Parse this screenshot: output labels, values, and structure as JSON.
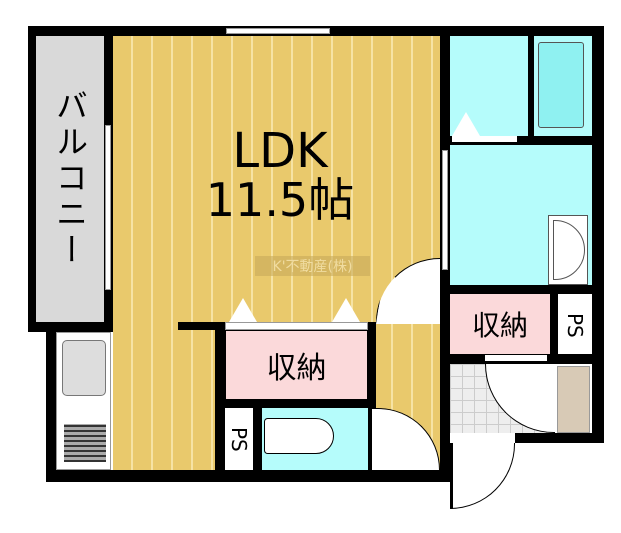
{
  "rooms": {
    "ldk": {
      "name": "LDK",
      "size": "11.5帖"
    },
    "balcony": {
      "name": "バルコニー"
    },
    "storage_center": {
      "name": "収納"
    },
    "storage_right": {
      "name": "収納"
    },
    "ps_right": {
      "name": "PS"
    },
    "ps_center": {
      "name": "PS"
    }
  },
  "watermark": "K'不動産(株)",
  "colors": {
    "floor": "#e9c96c",
    "water": "#b5fcfb",
    "storage": "#fbd9da",
    "balcony": "#d9d9d9",
    "wall": "#000000"
  }
}
